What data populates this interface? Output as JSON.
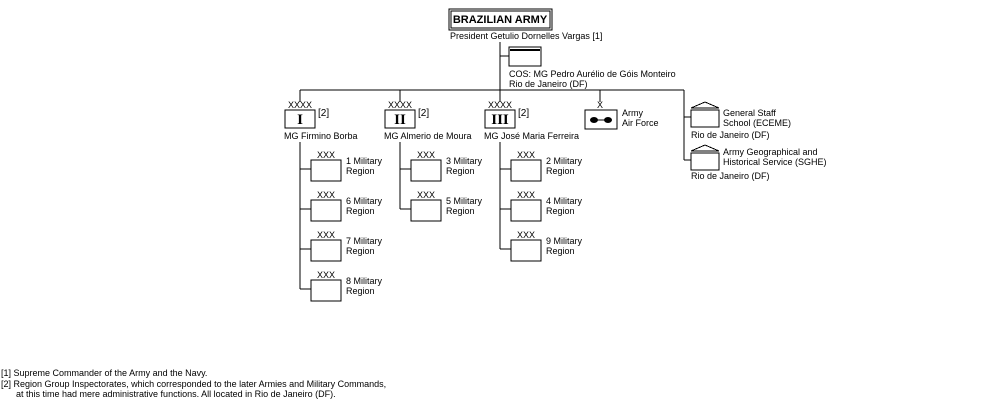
{
  "top": {
    "title": "BRAZILIAN ARMY",
    "commander": "President Getulio Dornelles Vargas [1]"
  },
  "cos": {
    "line1": "COS:  MG  Pedro Aurélio de Góis Monteiro",
    "line2": "Rio de Janeiro (DF)"
  },
  "groups": [
    {
      "symbol": "XXXX",
      "numeral": "I",
      "note": "[2]",
      "commander": "MG  Firmino Borba",
      "regions": [
        {
          "symbol": "XXX",
          "name_line1": "1 Military",
          "name_line2": "Region"
        },
        {
          "symbol": "XXX",
          "name_line1": "6 Military",
          "name_line2": "Region"
        },
        {
          "symbol": "XXX",
          "name_line1": "7 Military",
          "name_line2": "Region"
        },
        {
          "symbol": "XXX",
          "name_line1": "8 Military",
          "name_line2": "Region"
        }
      ]
    },
    {
      "symbol": "XXXX",
      "numeral": "II",
      "note": "[2]",
      "commander": "MG  Almerio de Moura",
      "regions": [
        {
          "symbol": "XXX",
          "name_line1": "3 Military",
          "name_line2": "Region"
        },
        {
          "symbol": "XXX",
          "name_line1": "5 Military",
          "name_line2": "Region"
        }
      ]
    },
    {
      "symbol": "XXXX",
      "numeral": "III",
      "note": "[2]",
      "commander": "MG  José Maria Ferreira",
      "regions": [
        {
          "symbol": "XXX",
          "name_line1": "2 Military",
          "name_line2": "Region"
        },
        {
          "symbol": "XXX",
          "name_line1": "4 Military",
          "name_line2": "Region"
        },
        {
          "symbol": "XXX",
          "name_line1": "9 Military",
          "name_line2": "Region"
        }
      ]
    }
  ],
  "air": {
    "symbol": "X",
    "name_line1": "Army",
    "name_line2": "Air Force"
  },
  "schools": [
    {
      "name_line1": "General Staff",
      "name_line2": "School (ECEME)",
      "location": "Rio de Janeiro (DF)"
    },
    {
      "name_line1": "Army Geographical and",
      "name_line2": "Historical Service (SGHE)",
      "location": "Rio de Janeiro (DF)"
    }
  ],
  "footnotes": [
    "[1] Supreme Commander of the Army and the Navy.",
    "[2] Region Group Inspectorates, which corresponded to the later Armies and Military Commands,",
    "      at this time had mere administrative functions. All located in Rio de Janeiro (DF)."
  ]
}
